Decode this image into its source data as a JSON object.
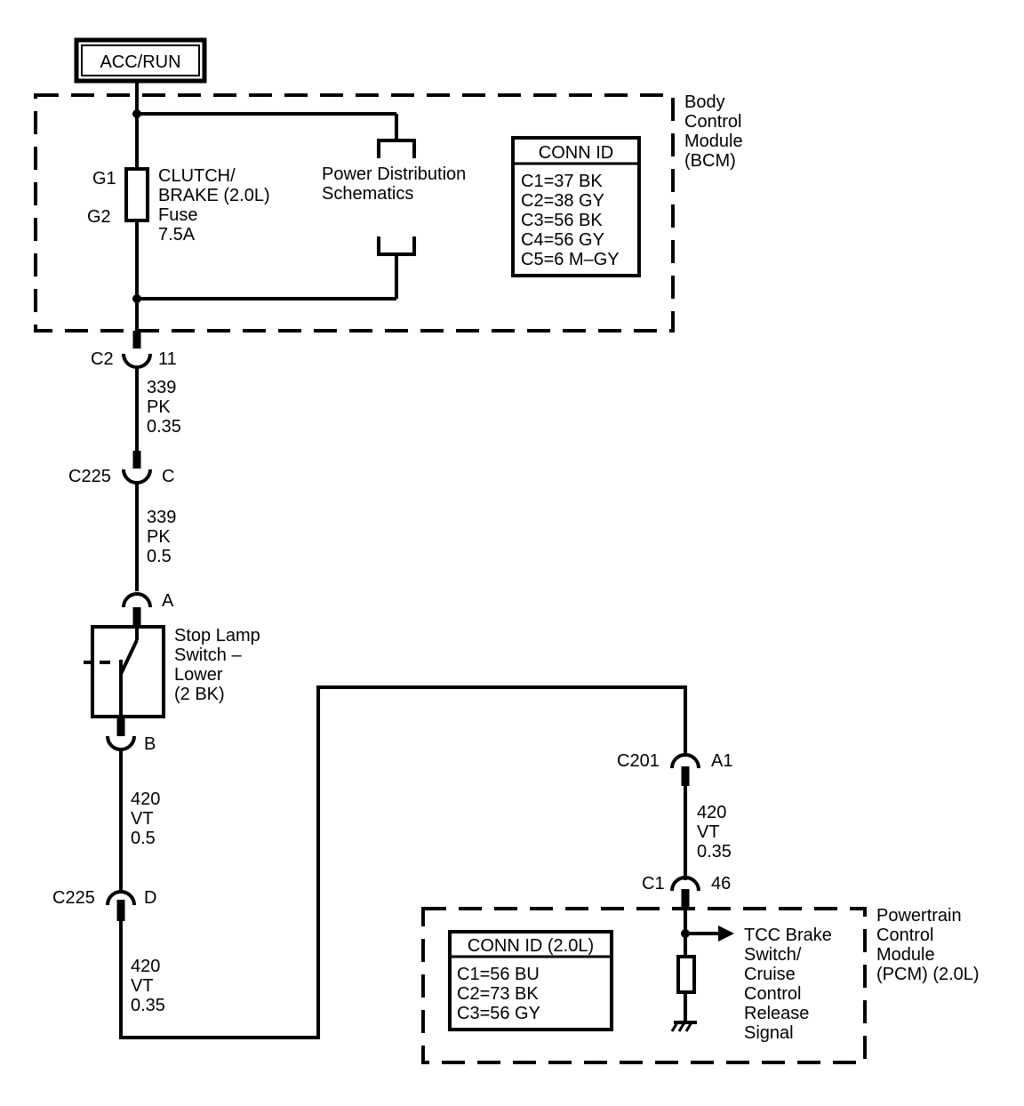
{
  "power_source": "ACC/RUN",
  "bcm": {
    "module_name": [
      "Body",
      "Control",
      "Module",
      "(BCM)"
    ],
    "fuse_terminals": [
      "G1",
      "G2"
    ],
    "fuse_label": [
      "CLUTCH/",
      "BRAKE (2.0L)",
      "Fuse",
      "7.5A"
    ],
    "power_distribution": [
      "Power Distribution",
      "Schematics"
    ],
    "conn_id_title": "CONN ID",
    "conn_ids": [
      "C1=37 BK",
      "C2=38 GY",
      "C3=56 BK",
      "C4=56 GY",
      "C5=6 M–GY"
    ]
  },
  "connectors": {
    "bcm_c2": {
      "connector": "C2",
      "pin": "11"
    },
    "c225_c": {
      "connector": "C225",
      "pin": "C"
    },
    "switch_a": {
      "pin": "A"
    },
    "switch_b": {
      "pin": "B"
    },
    "c225_d": {
      "connector": "C225",
      "pin": "D"
    },
    "c201": {
      "connector": "C201",
      "pin": "A1"
    },
    "pcm_c1": {
      "connector": "C1",
      "pin": "46"
    }
  },
  "wires": {
    "w1": [
      "339",
      "PK",
      "0.35"
    ],
    "w2": [
      "339",
      "PK",
      "0.5"
    ],
    "w3": [
      "420",
      "VT",
      "0.5"
    ],
    "w4": [
      "420",
      "VT",
      "0.35"
    ],
    "w5": [
      "420",
      "VT",
      "0.35"
    ]
  },
  "stop_lamp_switch": [
    "Stop Lamp",
    "Switch –",
    "Lower",
    "(2 BK)"
  ],
  "pcm": {
    "module_name": [
      "Powertrain",
      "Control",
      "Module",
      "(PCM) (2.0L)"
    ],
    "signal_label": [
      "TCC Brake",
      "Switch/",
      "Cruise",
      "Control",
      "Release",
      "Signal"
    ],
    "conn_id_title": "CONN ID (2.0L)",
    "conn_ids": [
      "C1=56 BU",
      "C2=73 BK",
      "C3=56 GY"
    ]
  }
}
